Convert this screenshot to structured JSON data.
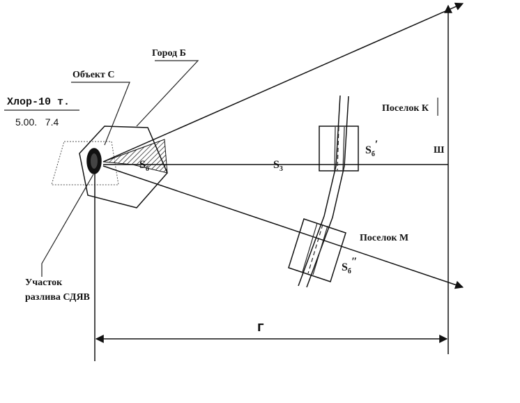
{
  "labels": {
    "object_c": "Объект С",
    "city_b": "Город Б",
    "chlorine": "Хлор-10 т.",
    "time_date": "5.00.   7.4",
    "settlement_k": "Поселок К",
    "settlement_m": "Поселок М",
    "spill_line1": "Участок",
    "spill_line2": "разлива СДЯВ",
    "s_b": "S",
    "s_b_sub": "б",
    "s_3": "S",
    "s_3_sub": "3",
    "s_prime": "S",
    "s_prime_sub": "б",
    "s_prime_mark": "′",
    "s_dprime": "S",
    "s_dprime_sub": "б",
    "s_dprime_mark": "″",
    "w_label": "Ш",
    "gamma_label": "Г"
  },
  "colors": {
    "ink": "#111111",
    "background": "#ffffff"
  }
}
